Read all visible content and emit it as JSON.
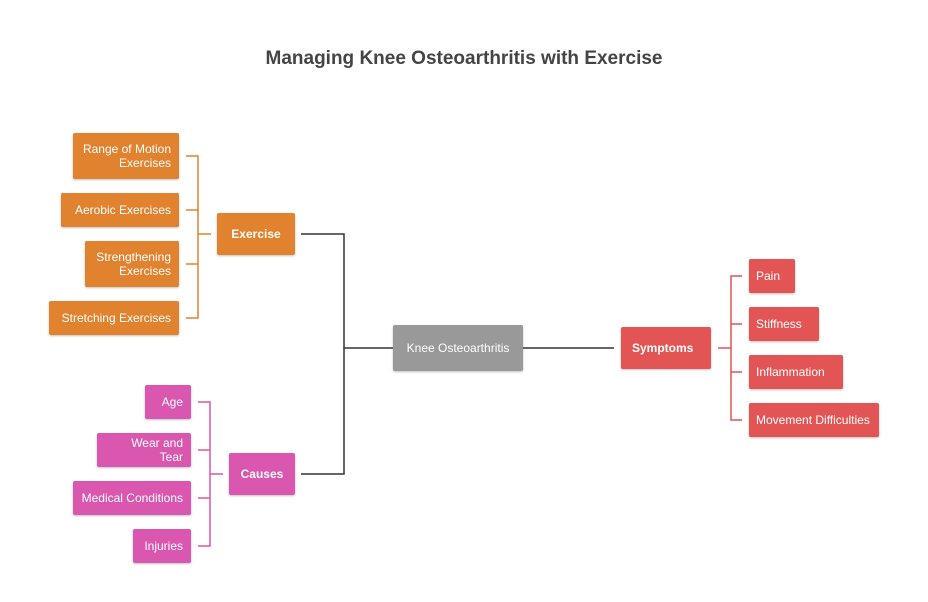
{
  "title": "Managing Knee Osteoarthritis with Exercise",
  "colors": {
    "exercise": "#E0822E",
    "causes": "#D957AE",
    "symptoms": "#E35454",
    "center": "#999999",
    "connector": "#333333"
  },
  "center": {
    "label": "Knee Osteoarthritis"
  },
  "exercise": {
    "label": "Exercise",
    "items": [
      "Range of Motion Exercises",
      "Aerobic Exercises",
      "Strengthening Exercises",
      "Stretching Exercises"
    ]
  },
  "causes": {
    "label": "Causes",
    "items": [
      "Age",
      "Wear and Tear",
      "Medical Conditions",
      "Injuries"
    ]
  },
  "symptoms": {
    "label": "Symptoms",
    "items": [
      "Pain",
      "Stiffness",
      "Inflammation",
      "Movement Difficulties"
    ]
  }
}
